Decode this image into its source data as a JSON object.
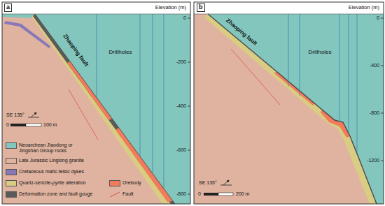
{
  "diagram": {
    "labels": [
      "a",
      "Elevation (m)",
      "0",
      "-200",
      "-400",
      "-600",
      "-800",
      "Zhaoping fault",
      "Drillholes",
      "SE 135°",
      "0",
      "100 m",
      "b",
      "Elevation (m)",
      "0",
      "-400",
      "-800",
      "-1200",
      "Zhaoping fault",
      "Drillholes",
      "SE 135°",
      "0",
      "200 m"
    ],
    "legend": [
      {
        "text": "Neoarchean Jiaodong or Jingshan Group rocks",
        "color": "#82c6be"
      },
      {
        "text": "Late Jurassic Linglong granite",
        "color": "#dfb3a0"
      },
      {
        "text": "Cretaceous mafic-felsic dykes",
        "color": "#8878b8"
      },
      {
        "text": "Quartz-sericite-pyrite alteration",
        "color": "#d8cd82"
      },
      {
        "text": "Deformation zone and fault gouge",
        "color": "#5a5a5a"
      },
      {
        "text": "Orebody",
        "color": "#f27b5b"
      },
      {
        "text": "Fault"
      }
    ]
  }
}
